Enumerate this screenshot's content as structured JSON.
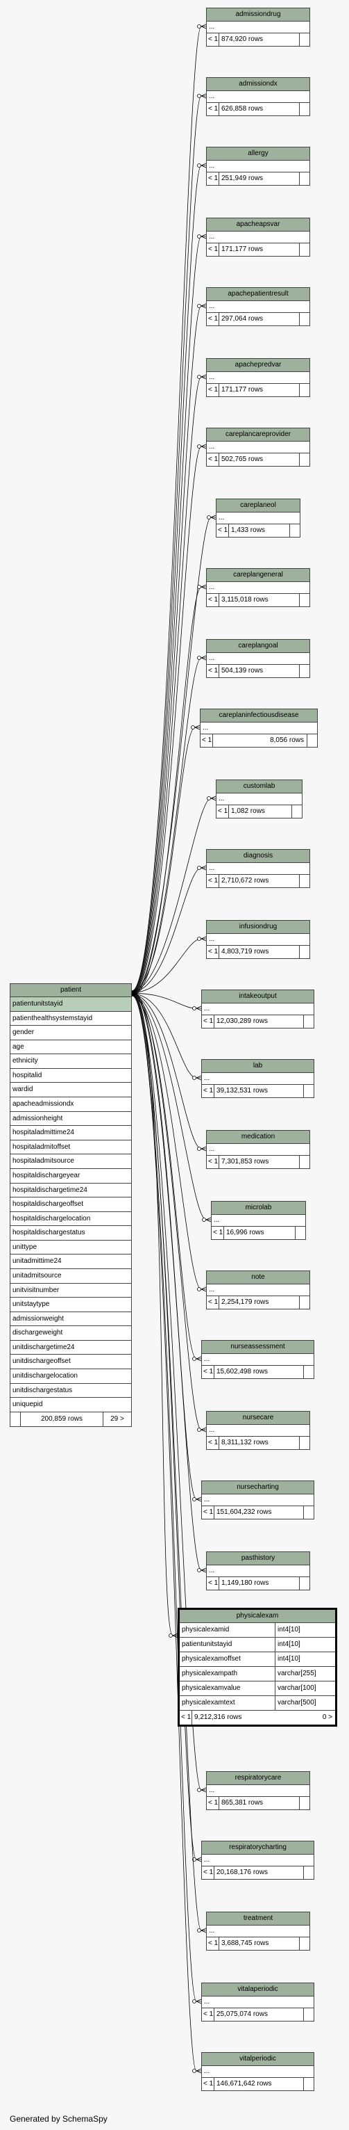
{
  "patient": {
    "name": "patient",
    "columns": [
      "patientunitstayid",
      "patienthealthsystemstayid",
      "gender",
      "age",
      "ethnicity",
      "hospitalid",
      "wardid",
      "apacheadmissiondx",
      "admissionheight",
      "hospitaladmittime24",
      "hospitaladmitoffset",
      "hospitaladmitsource",
      "hospitaldischargeyear",
      "hospitaldischargetime24",
      "hospitaldischargeoffset",
      "hospitaldischargelocation",
      "hospitaldischargestatus",
      "unittype",
      "unitadmittime24",
      "unitadmitsource",
      "unitvisitnumber",
      "unitstaytype",
      "admissionweight",
      "dischargeweight",
      "unitdischargetime24",
      "unitdischargeoffset",
      "unitdischargelocation",
      "unitdischargestatus",
      "uniquepid"
    ],
    "rows": "200,859 rows",
    "cols": "29 >"
  },
  "tables": [
    {
      "name": "admissiondrug",
      "dots": "...",
      "lt": "< 1",
      "rows": "874,920 rows"
    },
    {
      "name": "admissiondx",
      "dots": "...",
      "lt": "< 1",
      "rows": "626,858 rows"
    },
    {
      "name": "allergy",
      "dots": "...",
      "lt": "< 1",
      "rows": "251,949 rows"
    },
    {
      "name": "apacheapsvar",
      "dots": "...",
      "lt": "< 1",
      "rows": "171,177 rows"
    },
    {
      "name": "apachepatientresult",
      "dots": "...",
      "lt": "< 1",
      "rows": "297,064 rows"
    },
    {
      "name": "apachepredvar",
      "dots": "...",
      "lt": "< 1",
      "rows": "171,177 rows"
    },
    {
      "name": "careplancareprovider",
      "dots": "...",
      "lt": "< 1",
      "rows": "502,765 rows"
    },
    {
      "name": "careplaneol",
      "dots": "...",
      "lt": "< 1",
      "rows": "1,433 rows"
    },
    {
      "name": "careplangeneral",
      "dots": "...",
      "lt": "< 1",
      "rows": "3,115,018 rows"
    },
    {
      "name": "careplangoal",
      "dots": "...",
      "lt": "< 1",
      "rows": "504,139 rows"
    },
    {
      "name": "careplaninfectiousdisease",
      "dots": "...",
      "lt": "< 1",
      "rows": "8,056 rows"
    },
    {
      "name": "customlab",
      "dots": "...",
      "lt": "< 1",
      "rows": "1,082 rows"
    },
    {
      "name": "diagnosis",
      "dots": "...",
      "lt": "< 1",
      "rows": "2,710,672 rows"
    },
    {
      "name": "infusiondrug",
      "dots": "...",
      "lt": "< 1",
      "rows": "4,803,719 rows"
    },
    {
      "name": "intakeoutput",
      "dots": "...",
      "lt": "< 1",
      "rows": "12,030,289 rows"
    },
    {
      "name": "lab",
      "dots": "...",
      "lt": "< 1",
      "rows": "39,132,531 rows"
    },
    {
      "name": "medication",
      "dots": "...",
      "lt": "< 1",
      "rows": "7,301,853 rows"
    },
    {
      "name": "microlab",
      "dots": "...",
      "lt": "< 1",
      "rows": "16,996 rows"
    },
    {
      "name": "note",
      "dots": "...",
      "lt": "< 1",
      "rows": "2,254,179 rows"
    },
    {
      "name": "nurseassessment",
      "dots": "...",
      "lt": "< 1",
      "rows": "15,602,498 rows"
    },
    {
      "name": "nursecare",
      "dots": "...",
      "lt": "< 1",
      "rows": "8,311,132 rows"
    },
    {
      "name": "nursecharting",
      "dots": "...",
      "lt": "< 1",
      "rows": "151,604,232 rows"
    },
    {
      "name": "pasthistory",
      "dots": "...",
      "lt": "< 1",
      "rows": "1,149,180 rows"
    },
    {
      "name": "respiratorycare",
      "dots": "...",
      "lt": "< 1",
      "rows": "865,381 rows"
    },
    {
      "name": "respiratorycharting",
      "dots": "...",
      "lt": "< 1",
      "rows": "20,168,176 rows"
    },
    {
      "name": "treatment",
      "dots": "...",
      "lt": "< 1",
      "rows": "3,688,745 rows"
    },
    {
      "name": "vitalaperiodic",
      "dots": "...",
      "lt": "< 1",
      "rows": "25,075,074 rows"
    },
    {
      "name": "vitalperiodic",
      "dots": "...",
      "lt": "< 1",
      "rows": "146,671,642 rows"
    }
  ],
  "physicalexam": {
    "name": "physicalexam",
    "columns": [
      {
        "name": "physicalexamid",
        "type": "int4[10]"
      },
      {
        "name": "patientunitstayid",
        "type": "int4[10]"
      },
      {
        "name": "physicalexamoffset",
        "type": "int4[10]"
      },
      {
        "name": "physicalexampath",
        "type": "varchar[255]"
      },
      {
        "name": "physicalexamvalue",
        "type": "varchar[100]"
      },
      {
        "name": "physicalexamtext",
        "type": "varchar[500]"
      }
    ],
    "lt": "< 1",
    "rows": "9,212,316 rows",
    "right": "0 >"
  },
  "footer": "Generated by SchemaSpy"
}
